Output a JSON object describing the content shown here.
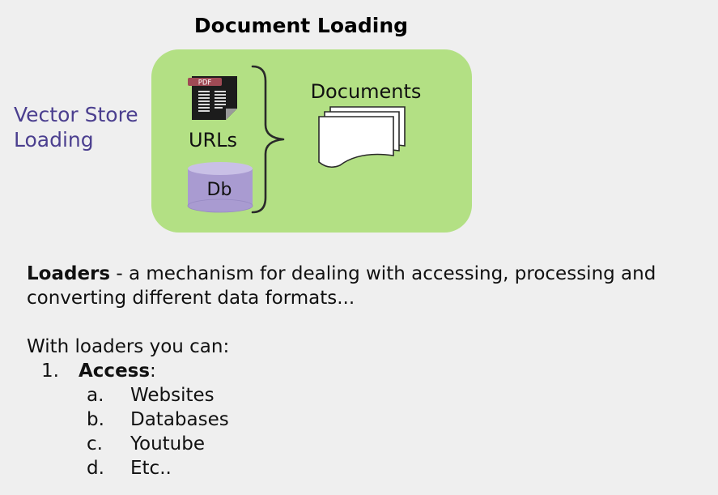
{
  "title": "Document Loading",
  "side_label": {
    "line1": "Vector Store",
    "line2": "Loading"
  },
  "diagram": {
    "pdf_badge": "PDF",
    "urls_label": "URLs",
    "db_label": "Db",
    "documents_label": "Documents",
    "colors": {
      "box_fill": "#b3e084",
      "db_fill": "#a99bd1",
      "side_label": "#4b3f8f"
    }
  },
  "body": {
    "intro_bold": "Loaders",
    "intro_rest": " - a mechanism for dealing with accessing, processing and converting different data formats...",
    "lead": "With loaders you can:",
    "items": [
      {
        "number": "1.",
        "label": "Access",
        "suffix": ":",
        "subitems": [
          {
            "letter": "a.",
            "text": "Websites"
          },
          {
            "letter": "b.",
            "text": "Databases"
          },
          {
            "letter": "c.",
            "text": "Youtube"
          },
          {
            "letter": "d.",
            "text": "Etc.."
          }
        ]
      }
    ]
  }
}
